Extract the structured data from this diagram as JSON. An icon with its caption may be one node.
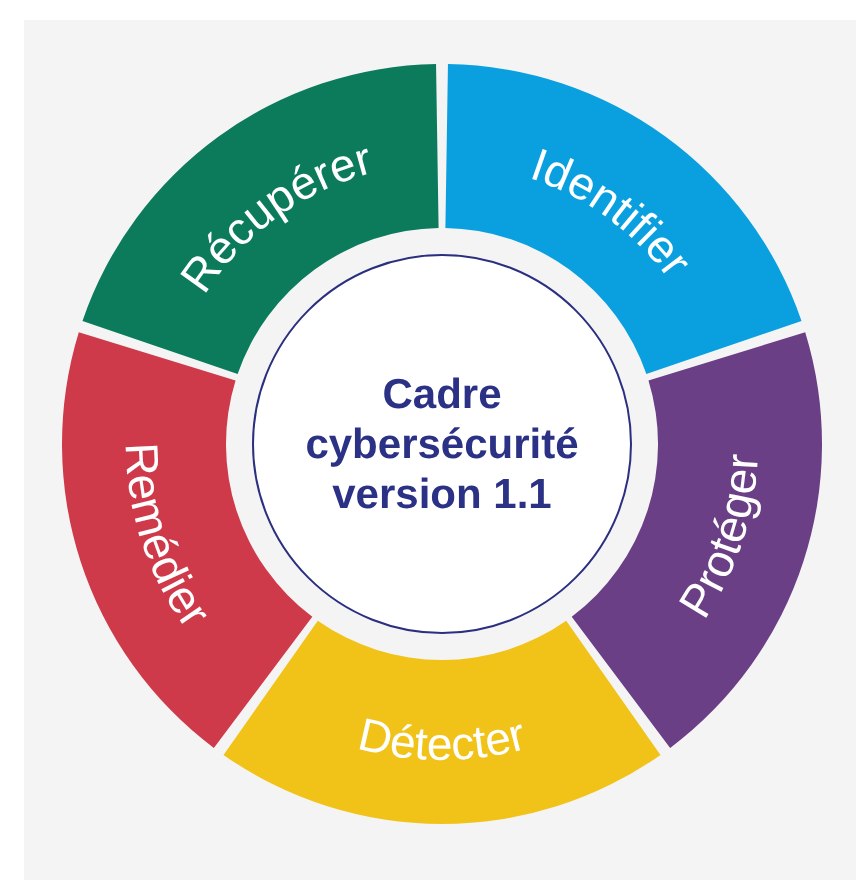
{
  "diagram": {
    "nodes": [
      {
        "text": [
          "Cadre cybersécurité version 1.1"
        ]
      },
      {
        "text": [
          "Identifier"
        ]
      },
      {
        "text": [
          "Protéger"
        ]
      },
      {
        "text": [
          "Détecter"
        ]
      },
      {
        "text": [
          "Remédier"
        ]
      },
      {
        "text": [
          "Récupérer"
        ]
      }
    ]
  }
}
